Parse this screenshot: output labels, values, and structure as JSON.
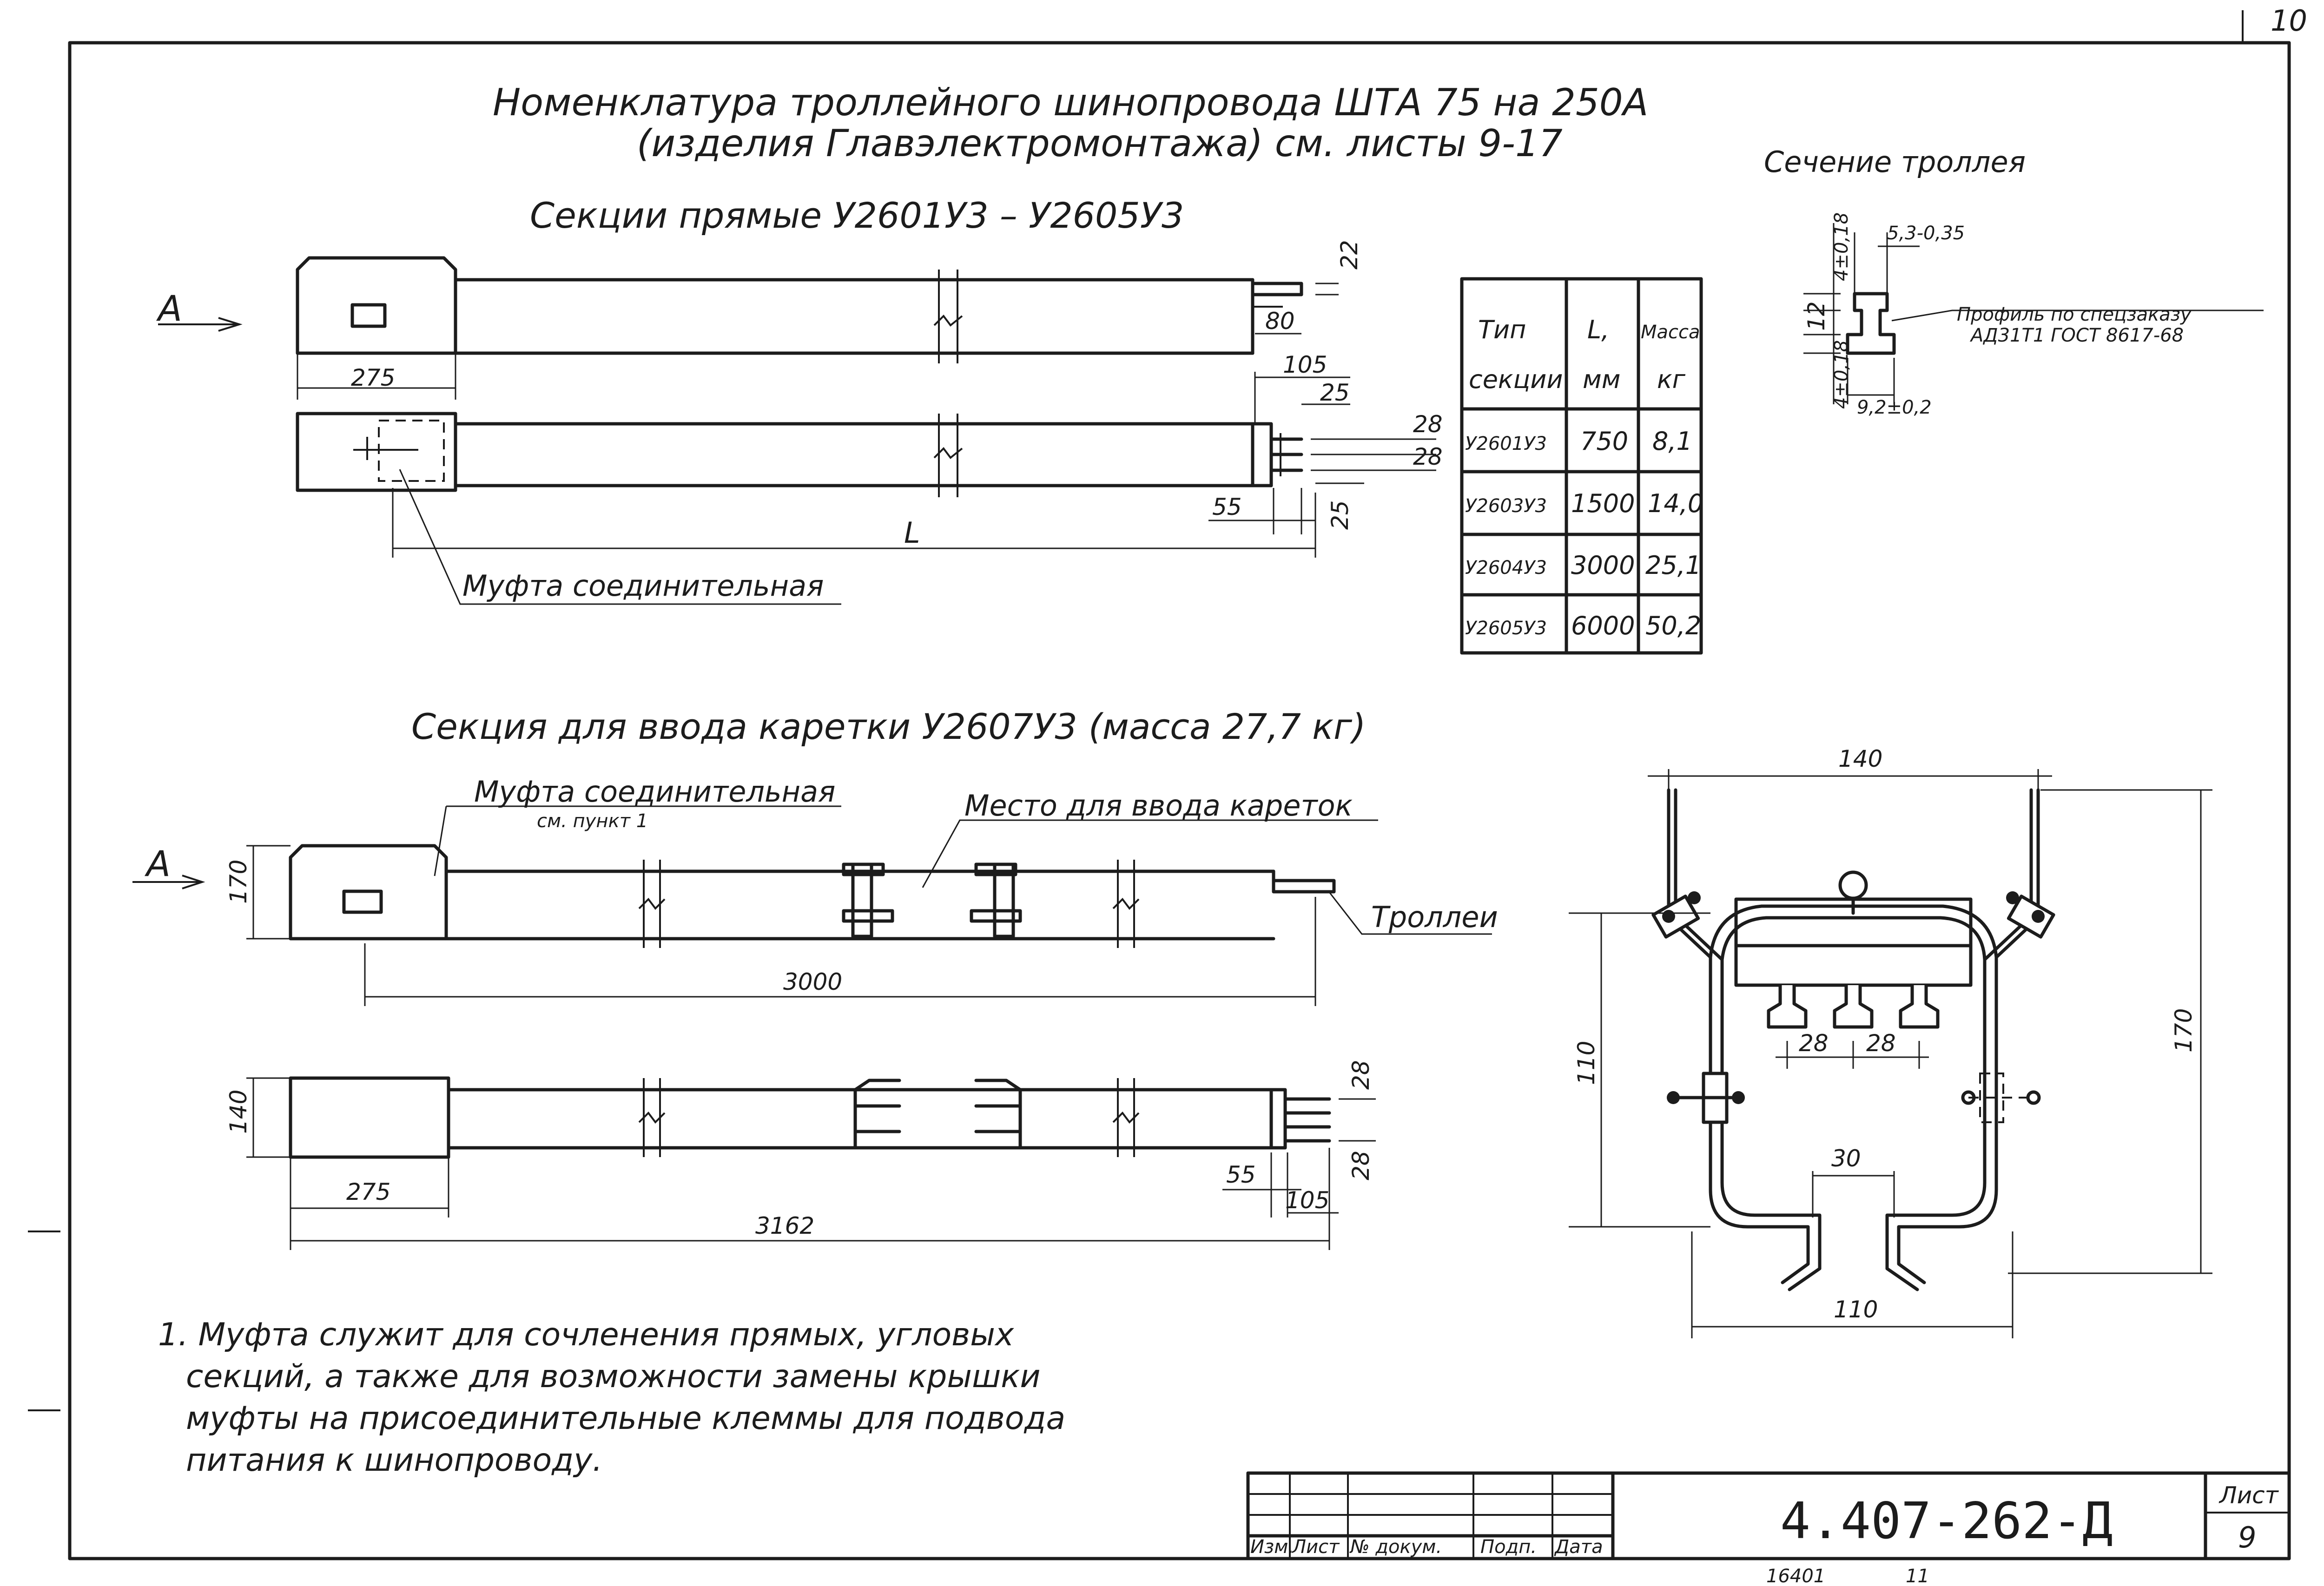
{
  "sheet_corner_number": "10",
  "title": {
    "line1": "Номенклатура троллейного шинопровода ШТА 75 на 250А",
    "line2": "(изделия Главэлектромонтажа) см. листы 9-17"
  },
  "straight_sections": {
    "heading": "Секции прямые У2601У3 – У2605У3",
    "view_label": "А",
    "coupling_label": "Муфта соединительная",
    "dims": {
      "d275": "275",
      "d22": "22",
      "d80": "80",
      "d105": "105",
      "d25a": "25",
      "d28a": "28",
      "d28b": "28",
      "d55": "55",
      "d25b": "25",
      "L": "L"
    }
  },
  "section_table": {
    "headers": [
      {
        "line1": "Тип",
        "line2": "секции"
      },
      {
        "line1": "L,",
        "line2": "мм"
      },
      {
        "line1": "Масса",
        "line2": "кг"
      }
    ],
    "rows": [
      {
        "type": "У2601У3",
        "length": "750",
        "mass": "8,1"
      },
      {
        "type": "У2603У3",
        "length": "1500",
        "mass": "14,0"
      },
      {
        "type": "У2604У3",
        "length": "3000",
        "mass": "25,1"
      },
      {
        "type": "У2605У3",
        "length": "6000",
        "mass": "50,2"
      }
    ]
  },
  "trolley_section": {
    "heading": "Сечение троллея",
    "profile_label": "Профиль по спецзаказу",
    "material_label": "АД31Т1 ГОСТ 8617-68",
    "dims": {
      "top": "5,3-0,35",
      "upper": "4±0,18",
      "height": "12",
      "lower": "4±0,18",
      "bottom": "9,2±0,2"
    }
  },
  "carriage_section": {
    "heading": "Секция для ввода каретки У2607У3 (масса 27,7 кг)",
    "coupling_label": "Муфта соединительная",
    "coupling_ref": "см. пункт 1",
    "carriage_place_label": "Место для ввода кареток",
    "trolley_label": "Троллеи",
    "view_label": "А",
    "dims": {
      "d170": "170",
      "d3000": "3000",
      "d140": "140",
      "d275": "275",
      "d3162": "3162",
      "d55": "55",
      "d105": "105",
      "d28a": "28",
      "d28b": "28"
    }
  },
  "cross_section": {
    "dims": {
      "top": "140",
      "left": "110",
      "right": "170",
      "pitch1": "28",
      "pitch2": "28",
      "slot": "30",
      "bottom": "110"
    }
  },
  "note": {
    "line1": "1. Муфта служит для сочленения прямых, угловых",
    "line2": "секций, а также для возможности замены крышки",
    "line3": "муфты на присоединительные клеммы для подвода",
    "line4": "питания к шинопроводу."
  },
  "title_block": {
    "doc_code": "4.407-262-Д",
    "sheet_label": "Лист",
    "sheet_number": "9",
    "columns": [
      "Изм.",
      "Лист",
      "№ докум.",
      "Подп.",
      "Дата"
    ],
    "archive_number": "16401",
    "archive_sheet": "11"
  }
}
